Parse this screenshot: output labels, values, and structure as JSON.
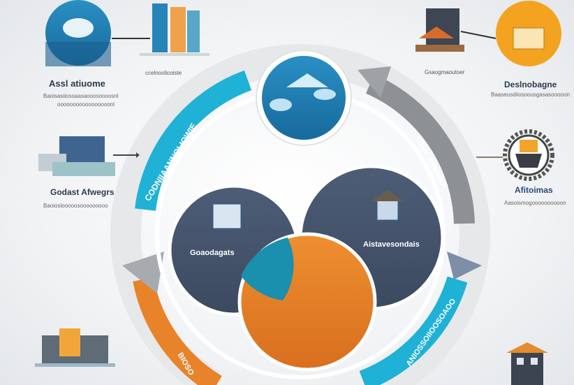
{
  "top_left": {
    "title": "Assl atiuome",
    "desc1": "Baoisasiiosoaasaooosoooosnl",
    "desc2": "ooooooooooooooooonl"
  },
  "top_center_caption": "ccelnoolicoiste",
  "top_right_caption": "Gsaogmaoutoer",
  "top_right": {
    "title": "Deslnobagne",
    "desc": "Baaseusdiiosoousgasasooooon"
  },
  "mid_left": {
    "title": "Godast Afwegrs",
    "desc": "Baoioslooooosooooooooo"
  },
  "mid_right": {
    "title": "Afitoimas",
    "desc": "Aasoismogoooooooooon"
  },
  "ring": {
    "upper_left_label": "CODNIIAANNOLIOWIE",
    "upper_right_label": "Gaiio iinssaaX",
    "lower_right_label": "ANIOSSOIIOOSOAOO",
    "lower_left_label": "BIOSO"
  },
  "circles": {
    "left_label": "Goaodagats",
    "right_label": "Aistavesondais"
  },
  "colors": {
    "cyan": "#1fb1d6",
    "gray": "#8d9196",
    "orange": "#e8832a",
    "navy": "#45546b",
    "blue": "#1f79b0"
  }
}
